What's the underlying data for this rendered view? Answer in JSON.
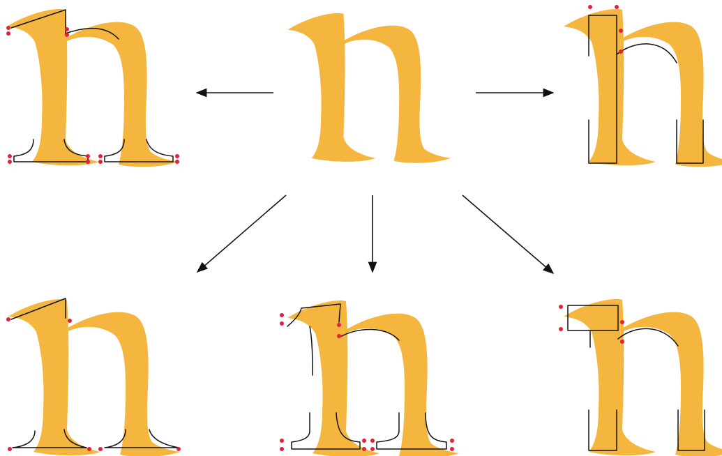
{
  "diagram": {
    "center_glyph": "n",
    "variants": [
      {
        "id": "top-left",
        "glyph": "n",
        "overlay": "bracketed-serif-outline"
      },
      {
        "id": "top-right",
        "glyph": "n",
        "overlay": "slab-box-outline"
      },
      {
        "id": "bottom-left",
        "glyph": "n",
        "overlay": "bracketed-serif-outline"
      },
      {
        "id": "bottom-center",
        "glyph": "n",
        "overlay": "bracketed-serif-outline"
      },
      {
        "id": "bottom-right",
        "glyph": "n",
        "overlay": "slab-box-outline"
      }
    ],
    "colors": {
      "glyph_fill": "#f5b640",
      "outline": "#111111",
      "point_marker": "#e3203b"
    }
  }
}
